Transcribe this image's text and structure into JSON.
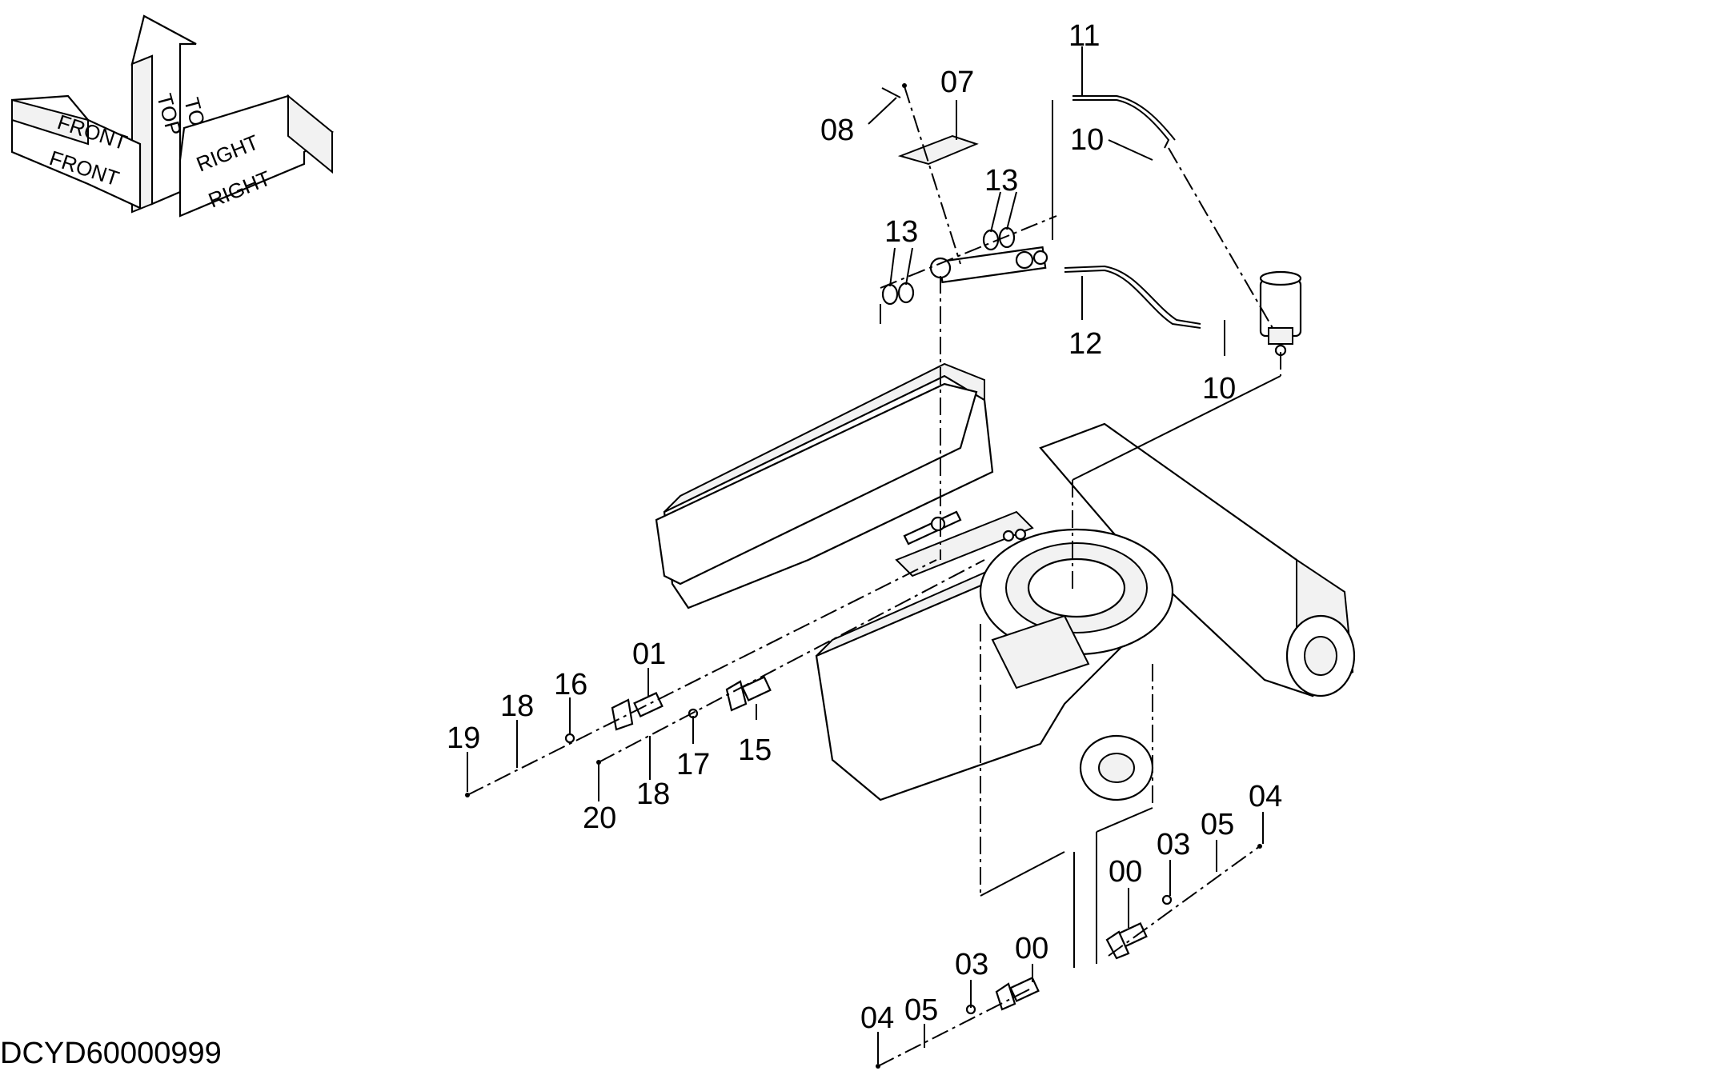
{
  "orientation": {
    "front_label": "FRONT",
    "top_label": "TOP",
    "right_label": "RIGHT"
  },
  "callouts": {
    "c01": "01",
    "c03a": "03",
    "c03b": "03",
    "c04a": "04",
    "c04b": "04",
    "c05a": "05",
    "c05b": "05",
    "c07": "07",
    "c08": "08",
    "c10a": "10",
    "c10b": "10",
    "c11": "11",
    "c12": "12",
    "c13a": "13",
    "c13b": "13",
    "c15": "15",
    "c16": "16",
    "c17": "17",
    "c18a": "18",
    "c18b": "18",
    "c19": "19",
    "c20": "20",
    "c00a": "00",
    "c00b": "00"
  },
  "document_code": "DCYD60000999"
}
